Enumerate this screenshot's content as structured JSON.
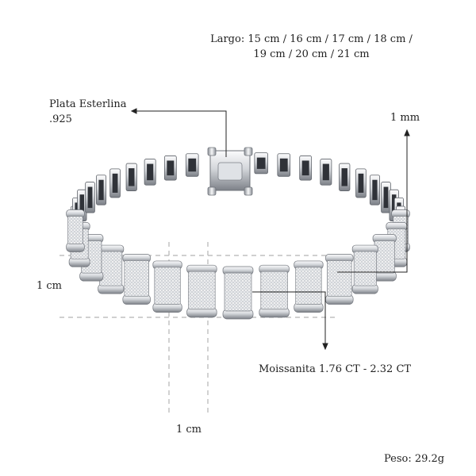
{
  "annotations": {
    "length": "Largo: 15 cm / 16 cm / 17 cm / 18 cm / 19 cm / 20 cm / 21 cm",
    "metal_line1": "Plata Esterlina",
    "metal_line2": ".925",
    "thickness": "1 mm",
    "height": "1 cm",
    "width": "1 cm",
    "stones": "Moissanita 1.76 CT - 2.32 CT",
    "weight": "Peso: 29.2g"
  },
  "colors": {
    "metal_light": "#f2f3f5",
    "metal_mid": "#c9ccd1",
    "metal_dark": "#6f737a",
    "pave": "#dfe2e6",
    "guide_dash": "#b5b5b5",
    "pointer": "#222222"
  }
}
